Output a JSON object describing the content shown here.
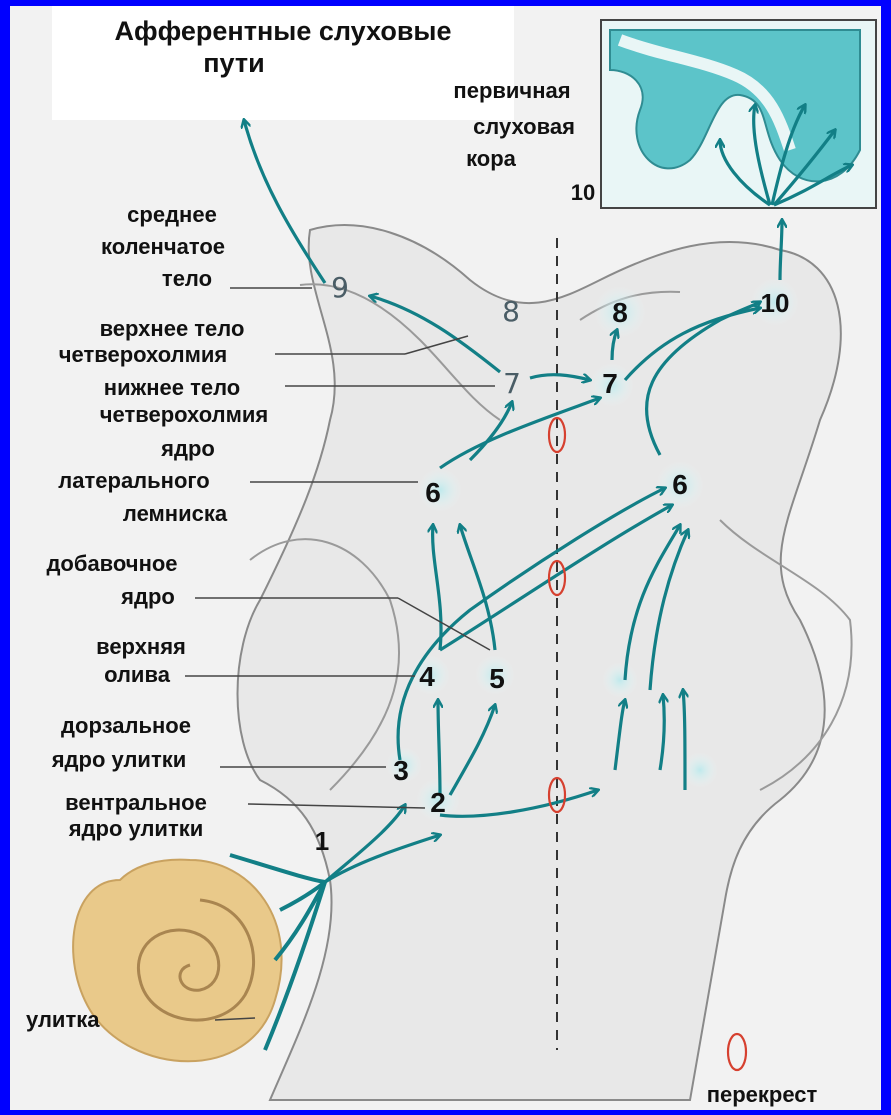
{
  "title_lines": [
    "Афферентные слуховые",
    "пути"
  ],
  "labels": {
    "cortex": [
      "первичная",
      "слуховая",
      "кора"
    ],
    "mgb": [
      "среднее",
      "коленчатое",
      "тело"
    ],
    "superior_colliculus": [
      "верхнее тело",
      "четверохолмия"
    ],
    "inferior_colliculus": [
      "нижнее тело",
      "четверохолмия"
    ],
    "lateral_lemniscus": [
      "ядро",
      "латерального",
      "лемниска"
    ],
    "accessory_nucleus": [
      "добавочное",
      "ядро"
    ],
    "superior_olive": [
      "верхняя",
      "олива"
    ],
    "dorsal_cochlear": [
      "дорзальное",
      "ядро улитки"
    ],
    "ventral_cochlear": [
      "вентральное",
      "ядро улитки"
    ],
    "cochlea": "улитка",
    "legend_crossing": "перекрест"
  },
  "numbers": {
    "n1": "1",
    "n2": "2",
    "n3": "3",
    "n4": "4",
    "n5": "5",
    "n6_left": "6",
    "n6_right": "6",
    "n7_left": "7",
    "n7_right": "7",
    "n8_left": "8",
    "n8_right": "8",
    "n9": "9",
    "n10_right": "10",
    "n10_box": "10"
  },
  "colors": {
    "background": "#0000ff",
    "panel": "#f2f2f2",
    "brain": "#e8e8e8",
    "pathway": "#127f86",
    "cortex": "#5cc4c9",
    "crossing": "#d6402f",
    "cochlea": "#e9c98a"
  }
}
